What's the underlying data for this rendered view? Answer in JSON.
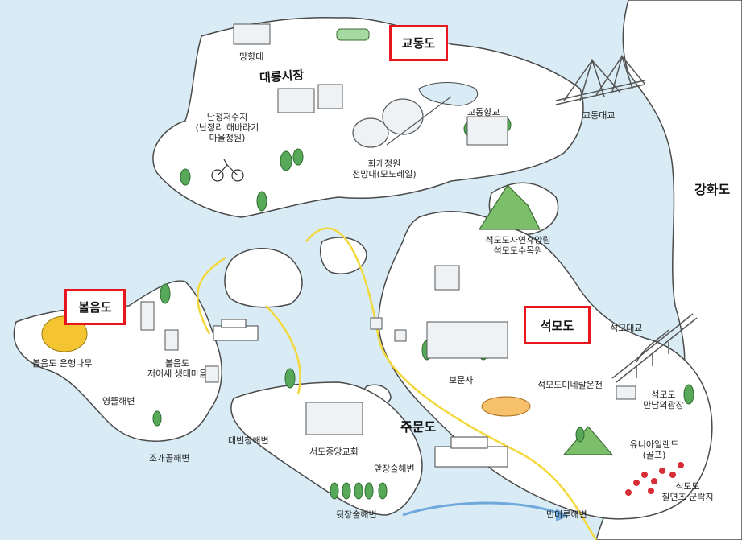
{
  "highlighted_islands": {
    "gyodongdo": "교동도",
    "boreumdo": "볼음도",
    "seokmodo": "석모도"
  },
  "regions": {
    "ganghwado": "강화도",
    "jumundo": "주문도"
  },
  "market_sign": "대룡시장",
  "places": {
    "manghyangdae": "망향대",
    "nanjeong_line1": "난정저수지",
    "nanjeong_line2": "(난정리 해바라기",
    "nanjeong_line3": "마을정원)",
    "hwagae_line1": "화개정원",
    "hwagae_line2": "전망대(모노레일)",
    "gyodong_hyanggyo": "교동향교",
    "gyodong_bridge": "교동대교",
    "recreation_line1": "석모도자연휴양림",
    "recreation_line2": "석모도수목원",
    "bomunsa": "보문사",
    "seokmo_bridge": "석모대교",
    "mineral_spa": "석모도미네랄온천",
    "mannam_line1": "석모도",
    "mannam_line2": "만남의광장",
    "uniland_line1": "유니아일랜드",
    "uniland_line2": "(골프)",
    "chilmyeon_line1": "석모도",
    "chilmyeon_line2": "칠면초 군락지",
    "mineoru_beach": "민머루해변",
    "ginkgo": "볼음도 은행나무",
    "boreum_eco_line1": "볼음도",
    "boreum_eco_line2": "저어새 생태마을",
    "yeongttu_beach": "영뜰해변",
    "jogaegol_beach": "조개골해변",
    "daebinchang_beach": "대빈창해변",
    "seodo_church": "서도중앙교회",
    "apjangsul_beach": "앞장술해변",
    "dwitjangsul_beach": "뒷장술해변"
  },
  "colors": {
    "sea": "#d9ecf6",
    "land": "#ffffff",
    "highlight_border": "#e8161d",
    "ferry_route": "#f2d83a",
    "current_arrow": "#6fa8dc"
  }
}
